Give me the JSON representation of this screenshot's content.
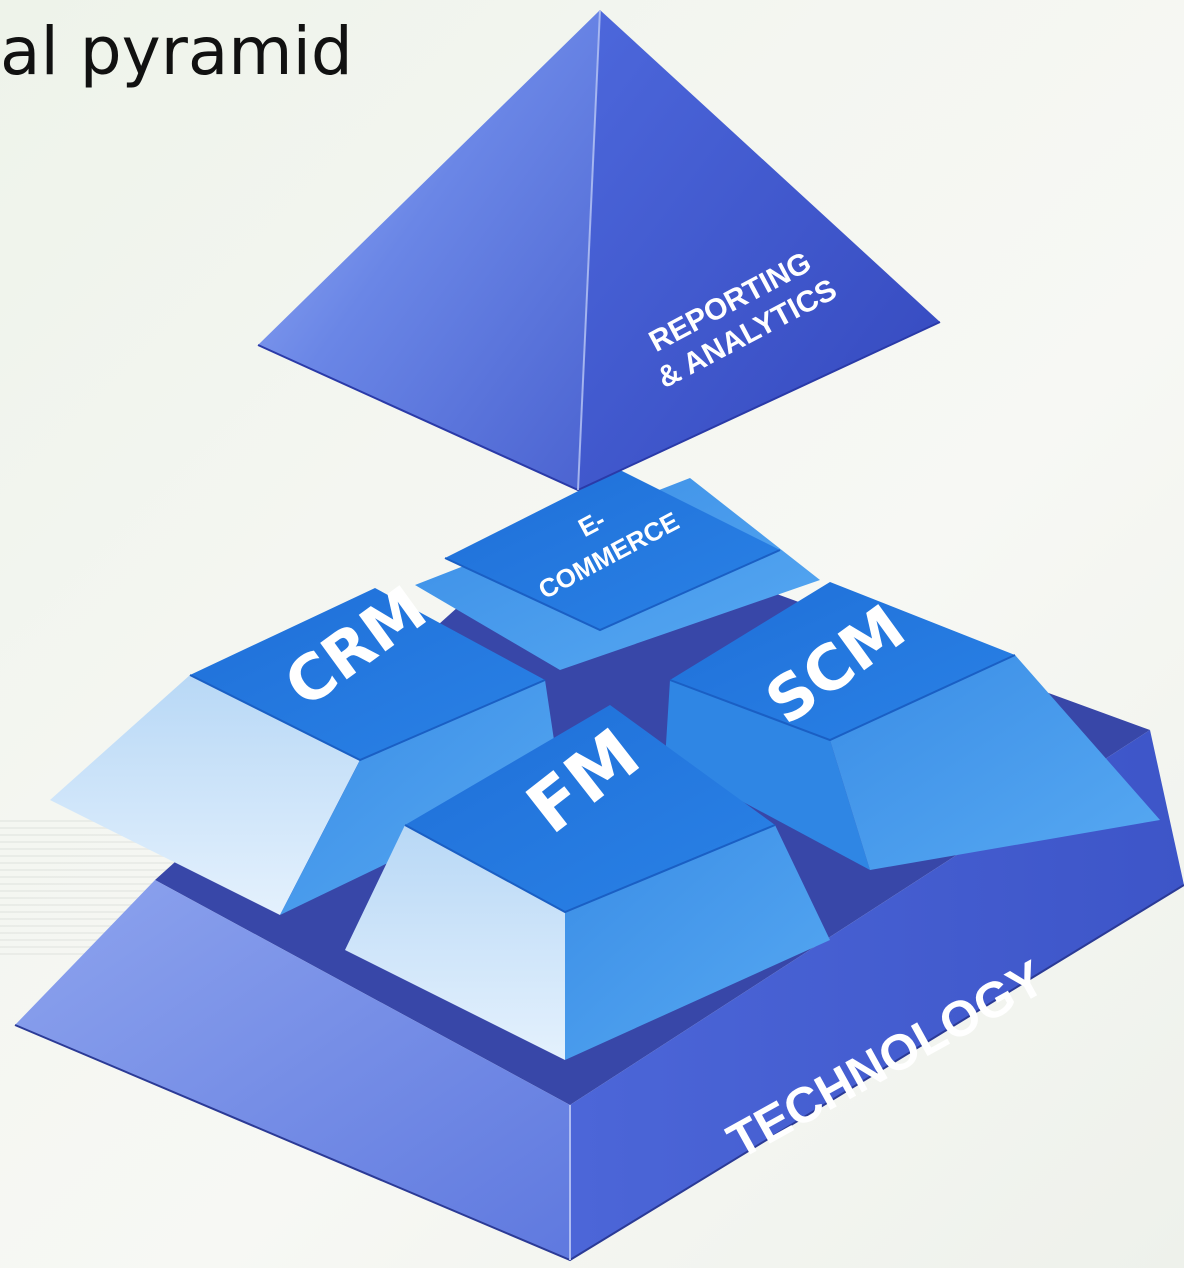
{
  "title": "al pyramid",
  "layers": {
    "apex": {
      "line1": "REPORTING",
      "line2": "& ANALYTICS"
    },
    "ecommerce": {
      "line1": "E-",
      "line2": "COMMERCE"
    },
    "crm": "CRM",
    "scm": "SCM",
    "fm": "FM",
    "base": "TECHNOLOGY"
  },
  "colors": {
    "blue_dark": "#2f3fa8",
    "blue_mid": "#4a63d6",
    "blue_block_top": "#2a7be0",
    "blue_block_light": "#cfe6fb"
  }
}
